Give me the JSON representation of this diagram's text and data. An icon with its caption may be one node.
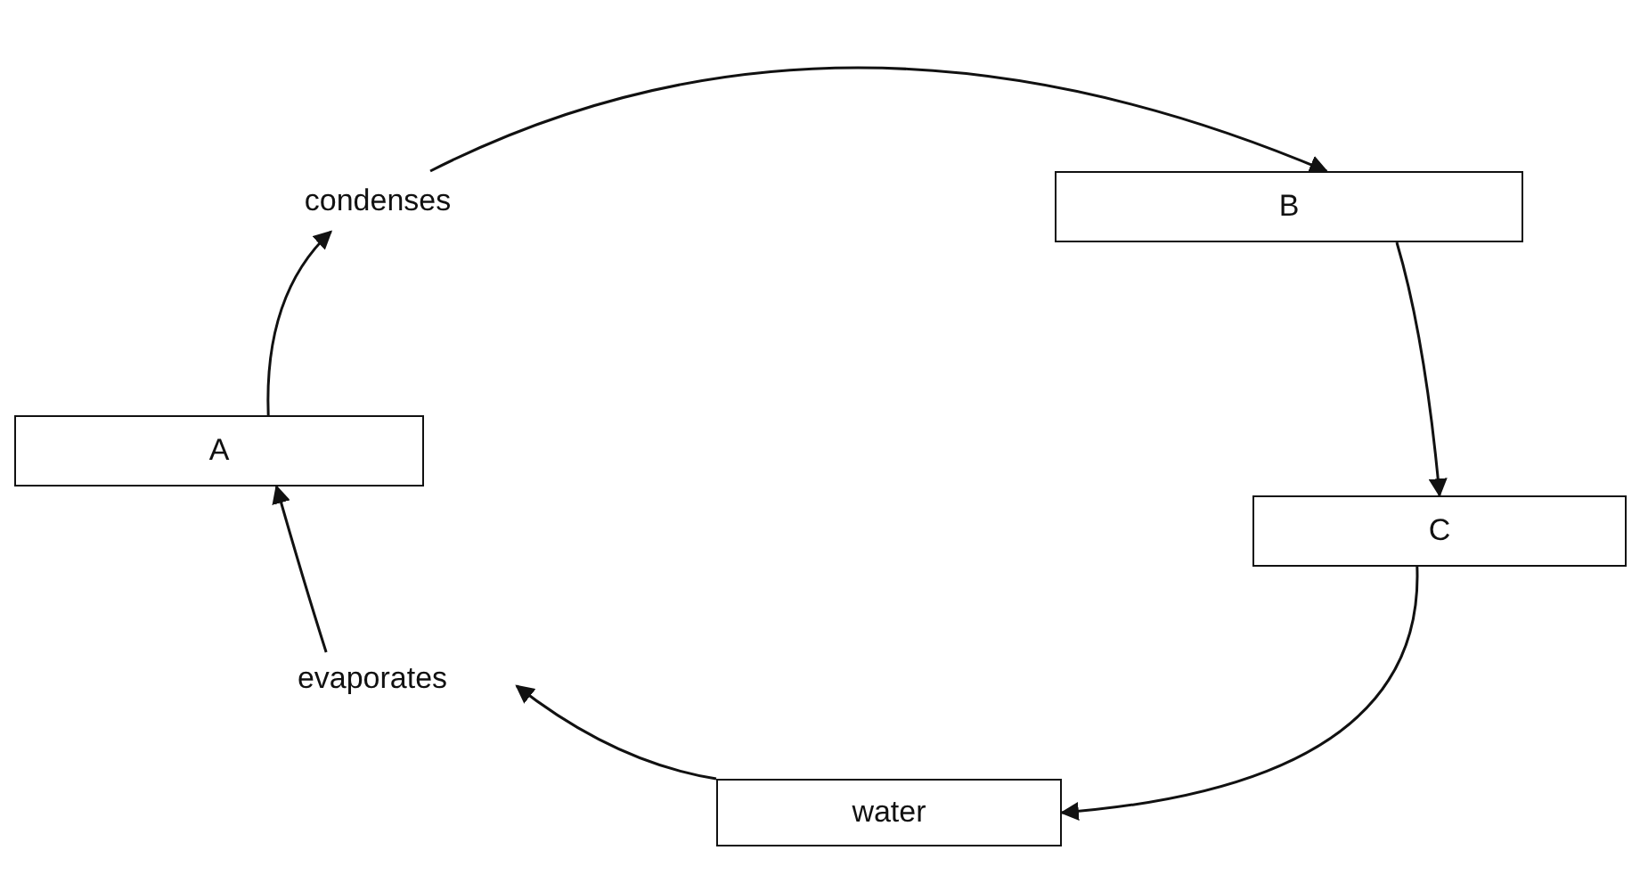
{
  "diagram": {
    "nodes": [
      {
        "text": [
          "condenses"
        ]
      },
      {
        "text": [
          "B"
        ]
      },
      {
        "text": [
          "A"
        ]
      },
      {
        "text": [
          "C"
        ]
      },
      {
        "text": [
          "evaporates"
        ]
      },
      {
        "text": [
          "water"
        ]
      }
    ],
    "edges": [
      {
        "from": 0,
        "to": 1,
        "arrow": "to"
      },
      {
        "from": 1,
        "to": 3,
        "arrow": "to"
      },
      {
        "from": 3,
        "to": 5,
        "arrow": "to"
      },
      {
        "from": 5,
        "to": 4,
        "arrow": "to"
      },
      {
        "from": 4,
        "to": 2,
        "arrow": "to"
      },
      {
        "from": 2,
        "to": 0,
        "arrow": "to"
      }
    ]
  }
}
